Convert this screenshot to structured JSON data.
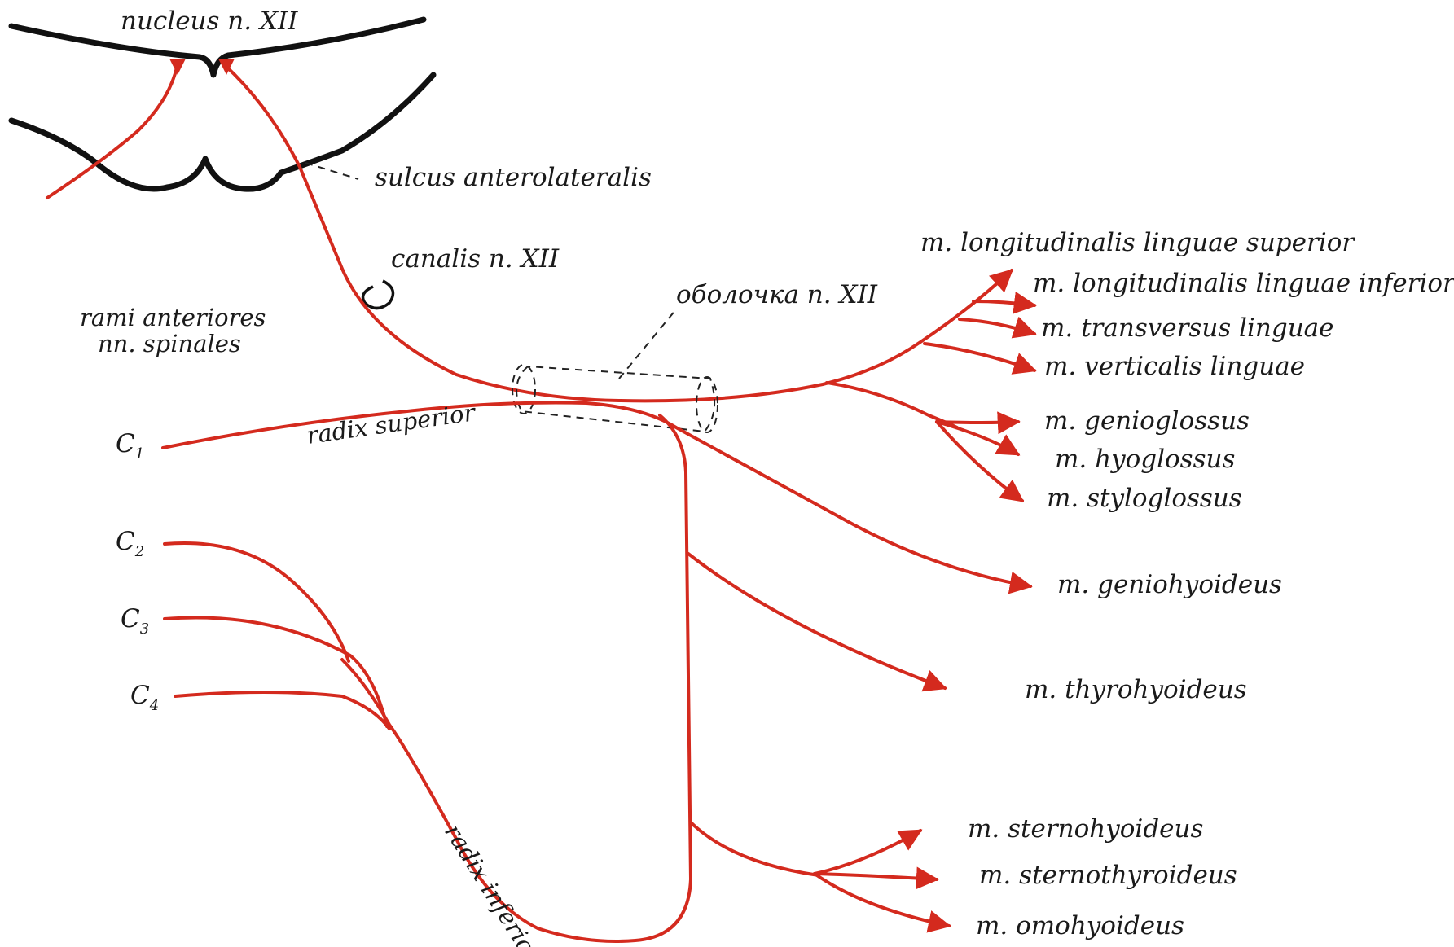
{
  "labels": {
    "nucleus": "nucleus n. XII",
    "sulcus": "sulcus anterolateralis",
    "canalis": "canalis n. XII",
    "obolochka": "оболочка n. XII",
    "rami_line1": "rami anteriores",
    "rami_line2": "nn. spinales",
    "radix_superior": "radix superior",
    "radix_inferior": "radix inferior",
    "c1": "C",
    "c1_sub": "1",
    "c2": "C",
    "c2_sub": "2",
    "c3": "C",
    "c3_sub": "3",
    "c4": "C",
    "c4_sub": "4"
  },
  "muscles": {
    "long_sup": "m. longitudinalis linguae superior",
    "long_inf": "m. longitudinalis linguae inferior",
    "transversus": "m. transversus linguae",
    "verticalis": "m. verticalis linguae",
    "genioglossus": "m. genioglossus",
    "hyoglossus": "m. hyoglossus",
    "styloglossus": "m. styloglossus",
    "geniohyoideus": "m. geniohyoideus",
    "thyrohyoideus": "m.  thyrohyoideus",
    "sternohyoideus": "m. sternohyoideus",
    "sternothyroideus": "m. sternothyroideus",
    "omohyoideus": "m. omohyoideus"
  },
  "colors": {
    "nerve": "#d42a1e",
    "outline": "#111111",
    "text": "#1a1a1a"
  }
}
